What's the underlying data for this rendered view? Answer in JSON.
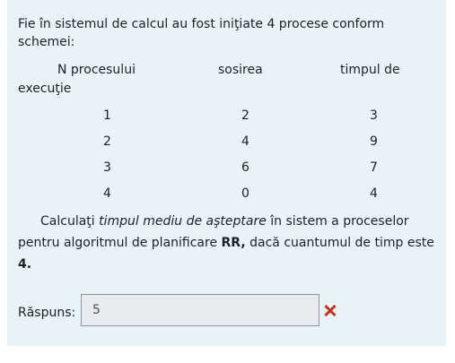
{
  "question": {
    "intro": "Fie în sistemul de calcul au fost iniţiate  4 procese conform schemei:",
    "table": {
      "headers": [
        "N procesului",
        "sosirea",
        "timpul de",
        "execuţie"
      ],
      "rows": [
        [
          "1",
          "2",
          "3"
        ],
        [
          "2",
          "4",
          "9"
        ],
        [
          "3",
          "6",
          "7"
        ],
        [
          "4",
          "0",
          "4"
        ]
      ]
    },
    "prompt": {
      "part1": "Calculaţi ",
      "italic": "timpul mediu de aşteptare",
      "part2": " în sistem a proceselor pentru algoritmul de planificare ",
      "bold1": "RR,",
      "part3": " dacă cuantumul de timp este ",
      "bold2": "4."
    }
  },
  "answer": {
    "label": "Răspuns:",
    "value": "5",
    "status_icon": "cross-icon",
    "status_color": "#ca3120"
  },
  "colors": {
    "panel_background": "#e7f3f5"
  }
}
